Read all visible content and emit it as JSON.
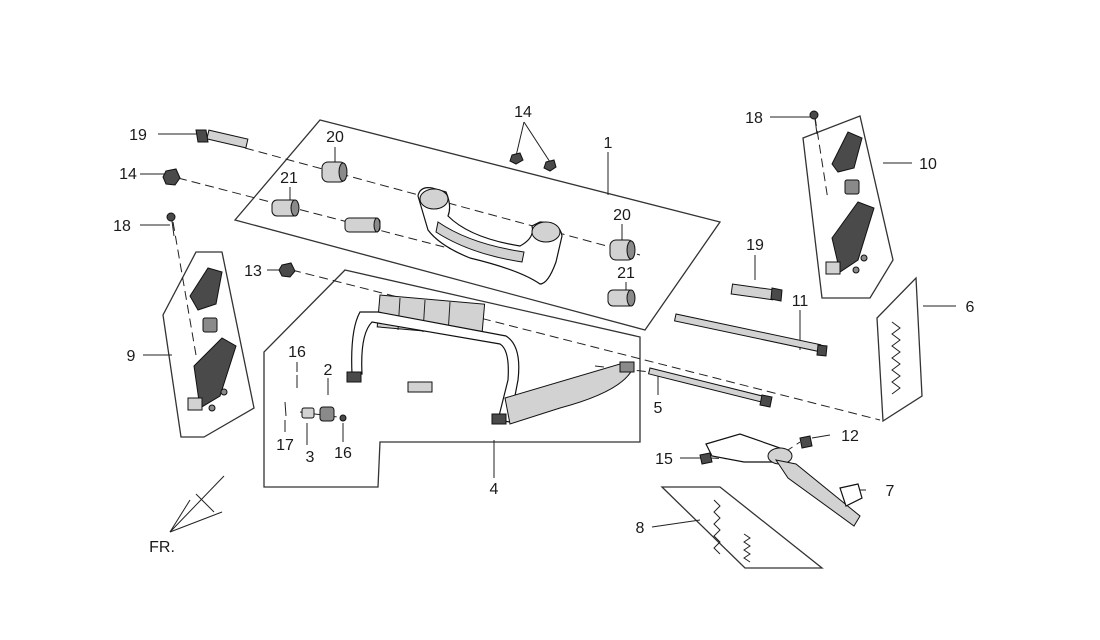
{
  "labels": {
    "l1": "1",
    "l2": "2",
    "l3": "3",
    "l4": "4",
    "l5": "5",
    "l6": "6",
    "l7": "7",
    "l8": "8",
    "l9": "9",
    "l10": "10",
    "l11": "11",
    "l12": "12",
    "l13": "13",
    "l14a": "14",
    "l14b": "14",
    "l15": "15",
    "l16a": "16",
    "l16b": "16",
    "l17": "17",
    "l18a": "18",
    "l18b": "18",
    "l19a": "19",
    "l19b": "19",
    "l20a": "20",
    "l20b": "20",
    "l21a": "21",
    "l21b": "21",
    "fr": "FR."
  }
}
